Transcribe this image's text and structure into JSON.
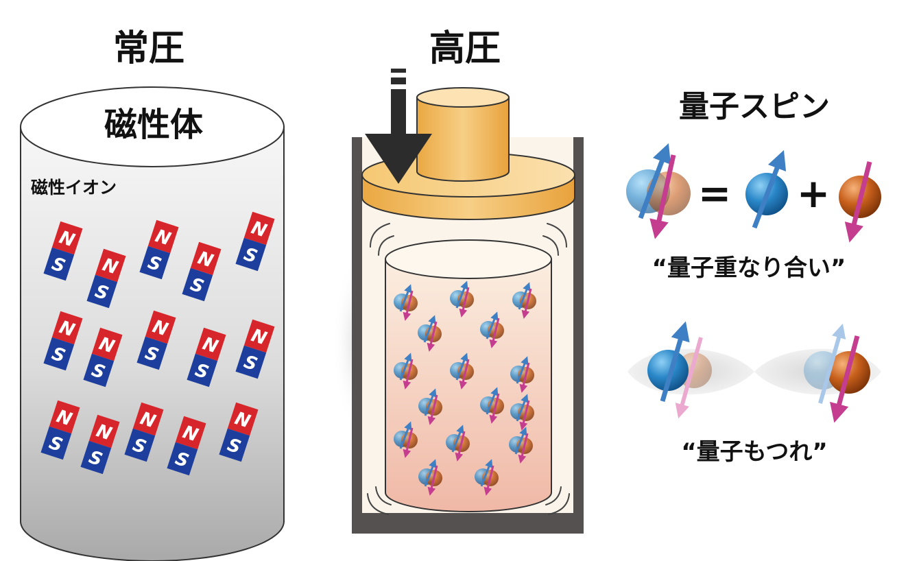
{
  "left_panel": {
    "title": "常圧",
    "cylinder_label": "磁性体",
    "ion_label": "磁性イオン",
    "magnet_north": "N",
    "magnet_south": "S",
    "magnet_count": 15
  },
  "middle_panel": {
    "title": "高圧",
    "spin_pair_count": 16
  },
  "right_panel": {
    "title": "量子スピン",
    "equals_sign": "=",
    "plus_sign": "+",
    "superposition_caption": "“量子重なり合い”",
    "entanglement_caption": "“量子もつれ”"
  },
  "colors": {
    "magnet_north": "#d7262b",
    "magnet_south": "#1d3e9c",
    "spin_blue": "#2a7fc0",
    "spin_orange": "#c8601c",
    "arrow_blue": "#3f7fc4",
    "arrow_magenta": "#c43d8f",
    "piston": "#f2c77a",
    "press_wall": "#555150",
    "press_arrow": "#2c2c2c"
  }
}
